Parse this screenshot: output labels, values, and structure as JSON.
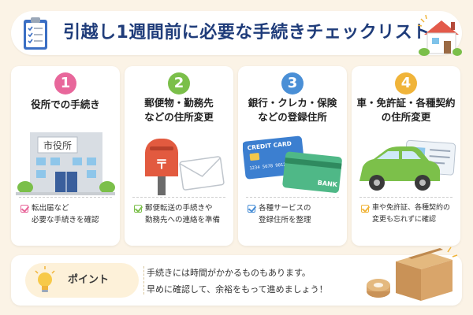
{
  "header": {
    "title": "引越し1週間前に必要な手続きチェックリスト"
  },
  "cards": [
    {
      "number": "1",
      "title_lines": [
        "役所での手続き"
      ],
      "desc_lines": [
        "転出届など",
        "必要な手続きを確認"
      ],
      "sign_text": "市役所",
      "color": "#e8679b"
    },
    {
      "number": "2",
      "title_lines": [
        "郵便物・勤務先",
        "などの住所変更"
      ],
      "desc_lines": [
        "郵便転送の手続きや",
        "勤務先への連絡を準備"
      ],
      "sign_text": "〒",
      "color": "#7bbf4a"
    },
    {
      "number": "3",
      "title_lines": [
        "銀行・クレカ・保険",
        "などの登録住所"
      ],
      "desc_lines": [
        "各種サービスの",
        "登録住所を整理"
      ],
      "card1_text": "CREDIT CARD",
      "card1_number": "1234 5678 9012 3456",
      "card2_text": "BANK",
      "color": "#4a8fd6"
    },
    {
      "number": "4",
      "title_lines": [
        "車・免許証・各種契約",
        "の住所変更"
      ],
      "desc_lines": [
        "車や免許証、各種契約の",
        "変更も忘れずに確認"
      ],
      "color": "#f0b43a"
    }
  ],
  "point": {
    "label": "ポイント",
    "text_lines": [
      "手続きには時間がかかるものもあります。",
      "早めに確認して、余裕をもって進めましょう！"
    ]
  }
}
